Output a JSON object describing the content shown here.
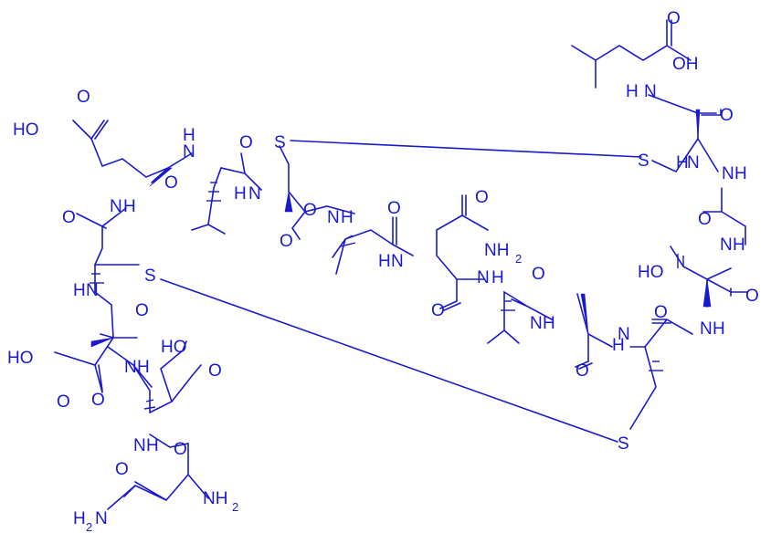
{
  "colors": {
    "structure": "#1a1acc",
    "background": "#ffffff"
  },
  "labels": {
    "l01": "OH",
    "l02": "O",
    "l03": "O",
    "l04": "N",
    "l05": "H",
    "l06": "HO",
    "l07": "O",
    "l08": "N",
    "l09": "H",
    "l10": "O",
    "l11": "S",
    "l12": "S",
    "l13": "H",
    "l14": "N",
    "l15": "O",
    "l16": "N",
    "l17": "H",
    "l18": "O",
    "l19": "O",
    "l20": "N",
    "l21": "H",
    "l22": "O",
    "l23": "O",
    "l24": "NH",
    "l25": "2",
    "l26": "H",
    "l27": "N",
    "l28": "O",
    "l29": "O",
    "l30": "H",
    "l31": "N",
    "l32": "O",
    "l33": "N",
    "l34": "H",
    "l35": "O",
    "l36": "HO",
    "l37": "O",
    "l38": "H",
    "l39": "N",
    "l40": "O",
    "l41": "S",
    "l42": "H",
    "l43": "N",
    "l44": "O",
    "l45": "N",
    "l46": "H",
    "l47": "HO",
    "l48": "O",
    "l49": "O",
    "l50": "HO",
    "l51": "N",
    "l52": "H",
    "l53": "O",
    "l54": "N",
    "l55": "H",
    "l56": "O",
    "l57": "O",
    "l58": "N",
    "l59": "H",
    "l60": "N",
    "l61": "H",
    "l62": "S",
    "l63": "H",
    "l64": "N",
    "l65": "NH",
    "l66": "2",
    "l67": "H",
    "l68": "N",
    "l69": "O",
    "l70": "2"
  }
}
